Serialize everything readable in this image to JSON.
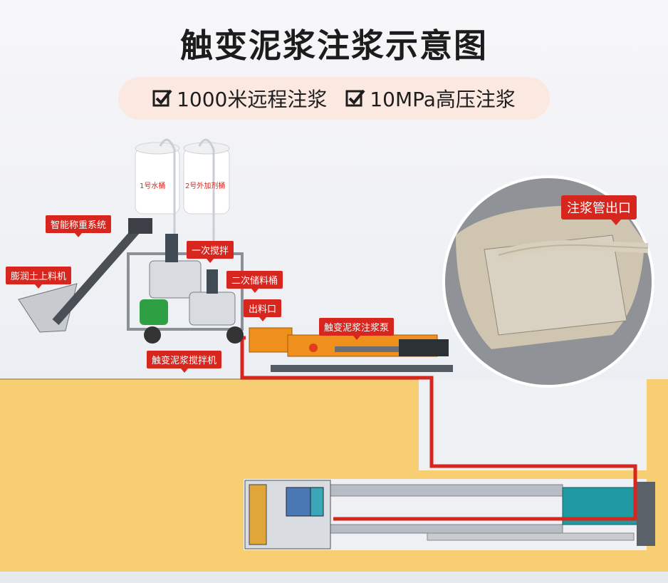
{
  "title": "触变泥浆注浆示意图",
  "features": [
    {
      "icon": "check-icon",
      "label": "1000米远程注浆"
    },
    {
      "icon": "check-icon",
      "label": "10MPa高压注浆"
    }
  ],
  "tanks": {
    "tank1": "1号水桶",
    "tank2": "2号外加剂桶"
  },
  "callouts": {
    "weighing": "智能称重系统",
    "loader": "膨润土上料机",
    "mix1": "一次搅拌",
    "storage2": "二次储料桶",
    "outlet": "出料口",
    "mixer": "触变泥浆搅拌机",
    "pump": "触变泥浆注浆泵",
    "pipe_outlet": "注浆管出口"
  },
  "colors": {
    "accent": "#d7261e",
    "soil": "#f7cf72",
    "pipe": "#d7261e",
    "pump": "#ef8f1c"
  }
}
